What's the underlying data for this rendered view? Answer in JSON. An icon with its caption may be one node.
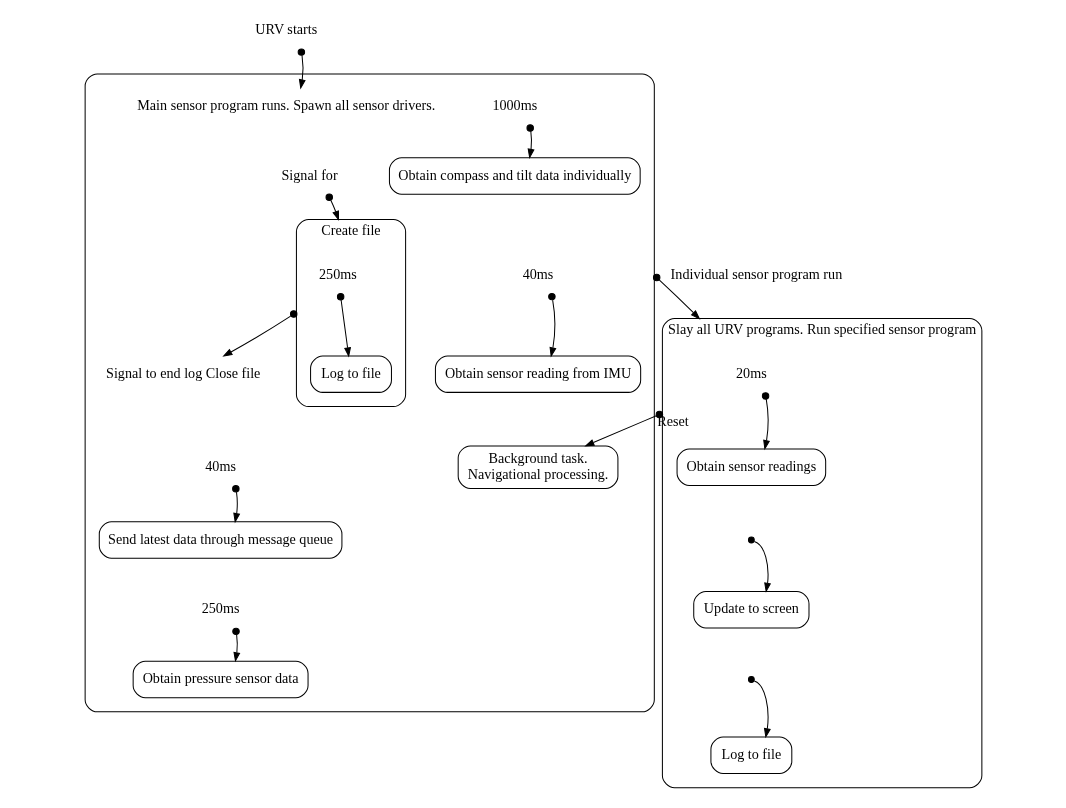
{
  "diagram": {
    "nodes": [
      {
        "text": [
          "URV starts"
        ]
      },
      {
        "text": [],
        "shape": "box"
      },
      {
        "text": [
          "Main sensor program runs. Spawn all sensor drivers."
        ],
        "in": 1
      },
      {
        "text": [
          "Signal for"
        ],
        "in": 1
      },
      {
        "text": [
          "Create file"
        ],
        "in": 1
      },
      {
        "text": [
          "250ms"
        ],
        "in": 4
      },
      {
        "text": [
          "Log to file"
        ],
        "in": 4
      },
      {
        "text": [
          "Signal to end log Close file"
        ],
        "in": 1
      },
      {
        "text": [
          "40ms"
        ],
        "in": 1
      },
      {
        "text": [
          "Send latest data through message queue"
        ],
        "in": 1
      },
      {
        "text": [
          "250ms"
        ],
        "in": 1
      },
      {
        "text": [
          "Obtain pressure sensor data"
        ],
        "in": 1
      },
      {
        "text": [
          "1000ms"
        ],
        "in": 1
      },
      {
        "text": [
          "Obtain compass and tilt data individually"
        ],
        "in": 1
      },
      {
        "text": [
          "40ms"
        ],
        "in": 1
      },
      {
        "text": [
          "Obtain sensor reading from IMU"
        ],
        "in": 1
      },
      {
        "text": [
          "Background task.",
          "Navigational processing."
        ],
        "in": 1
      },
      {
        "text": [
          "Slay all URV programs. Run specified sensor program"
        ]
      },
      {
        "text": [
          "20ms"
        ],
        "in": 17
      },
      {
        "text": [
          "Obtain sensor readings"
        ],
        "in": 17
      },
      {
        "text": [
          "Update to screen"
        ],
        "in": 17
      },
      {
        "text": [
          "Log to file"
        ],
        "in": 17
      }
    ],
    "edges": [
      {
        "from": 0,
        "to": 2,
        "arrow": "to"
      },
      {
        "from": 3,
        "to": 4,
        "arrow": "to"
      },
      {
        "from": 5,
        "to": 6,
        "arrow": "to"
      },
      {
        "from": 4,
        "to": 7,
        "arrow": "to"
      },
      {
        "from": 8,
        "to": 9,
        "arrow": "to"
      },
      {
        "from": 10,
        "to": 11,
        "arrow": "to"
      },
      {
        "from": 12,
        "to": 13,
        "arrow": "to"
      },
      {
        "from": 14,
        "to": 15,
        "arrow": "to"
      },
      {
        "from": 1,
        "to": 17,
        "arrow": "to",
        "label": "Individual sensor program run"
      },
      {
        "from": 18,
        "to": 19,
        "arrow": "to"
      },
      {
        "from": null,
        "to": 20,
        "arrow": "to"
      },
      {
        "from": null,
        "to": 21,
        "arrow": "to"
      },
      {
        "from": 17,
        "to": 16,
        "arrow": "to",
        "label": "Reset"
      }
    ]
  }
}
